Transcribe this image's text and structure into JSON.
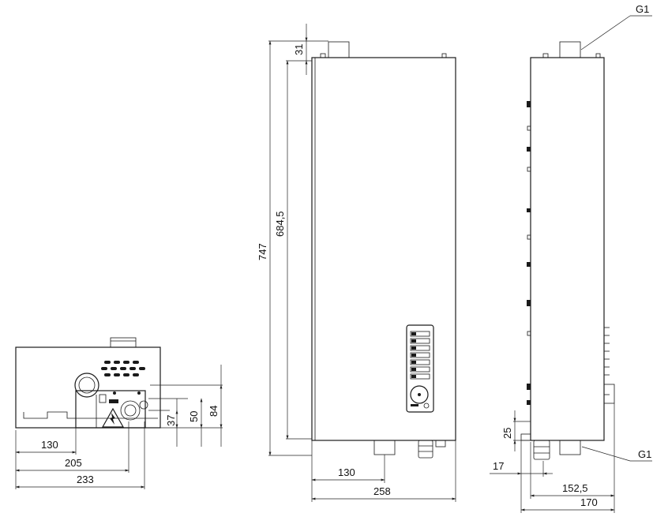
{
  "dimensions": {
    "top_offset": "31",
    "inner_height": "684,5",
    "total_height": "747",
    "front_outlet_offset": "130",
    "front_width": "258",
    "bottom_d1": "130",
    "bottom_d2": "205",
    "bottom_d3": "233",
    "bottom_h1": "37",
    "bottom_h2": "50",
    "bottom_h3": "84",
    "side_h": "25",
    "side_17": "17",
    "side_1525": "152,5",
    "side_170": "170"
  },
  "callouts": {
    "g1_top": "G1",
    "g1_bottom": "G1"
  }
}
